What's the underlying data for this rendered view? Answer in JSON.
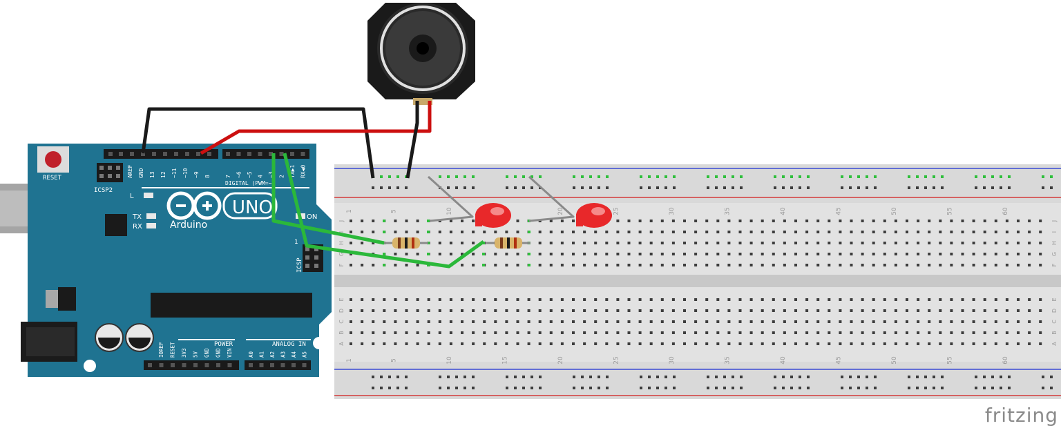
{
  "arduino": {
    "reset_label": "RESET",
    "icsp2_label": "ICSP2",
    "icsp_label": "ICSP",
    "digital_label": "DIGITAL (PWM=~)",
    "power_label": "POWER",
    "analog_label": "ANALOG IN",
    "brand_label": "Arduino",
    "model_label": "UNO",
    "led_labels": [
      "L",
      "TX",
      "RX",
      "ON"
    ],
    "top_pins_a": [
      "AREF",
      "GND",
      "13",
      "12",
      "~11",
      "~10",
      "~9",
      "8"
    ],
    "top_pins_b": [
      "7",
      "~6",
      "~5",
      "4",
      "~3",
      "2",
      "TX▶1",
      "RX◀0"
    ],
    "power_pins": [
      "IOREF",
      "RESET",
      "3V3",
      "5V",
      "GND",
      "GND",
      "VIN"
    ],
    "analog_pins": [
      "A0",
      "A1",
      "A2",
      "A3",
      "A4",
      "A5"
    ],
    "pin_one_label": "1"
  },
  "breadboard": {
    "column_numbers": [
      "1",
      "5",
      "10",
      "15",
      "20",
      "25",
      "30",
      "35",
      "40",
      "45",
      "50",
      "55",
      "60"
    ],
    "rows_top": [
      "J",
      "I",
      "H",
      "G",
      "F"
    ],
    "rows_bottom": [
      "E",
      "D",
      "C",
      "B",
      "A"
    ]
  },
  "colors": {
    "board": "#1f7391",
    "wire_black": "#1a1a1a",
    "wire_red": "#cc1010",
    "wire_green": "#2bb83a",
    "led": "#e8282a",
    "rail_red": "#d43a3a",
    "rail_blue": "#3a4ad4"
  },
  "watermark": "fritzing"
}
